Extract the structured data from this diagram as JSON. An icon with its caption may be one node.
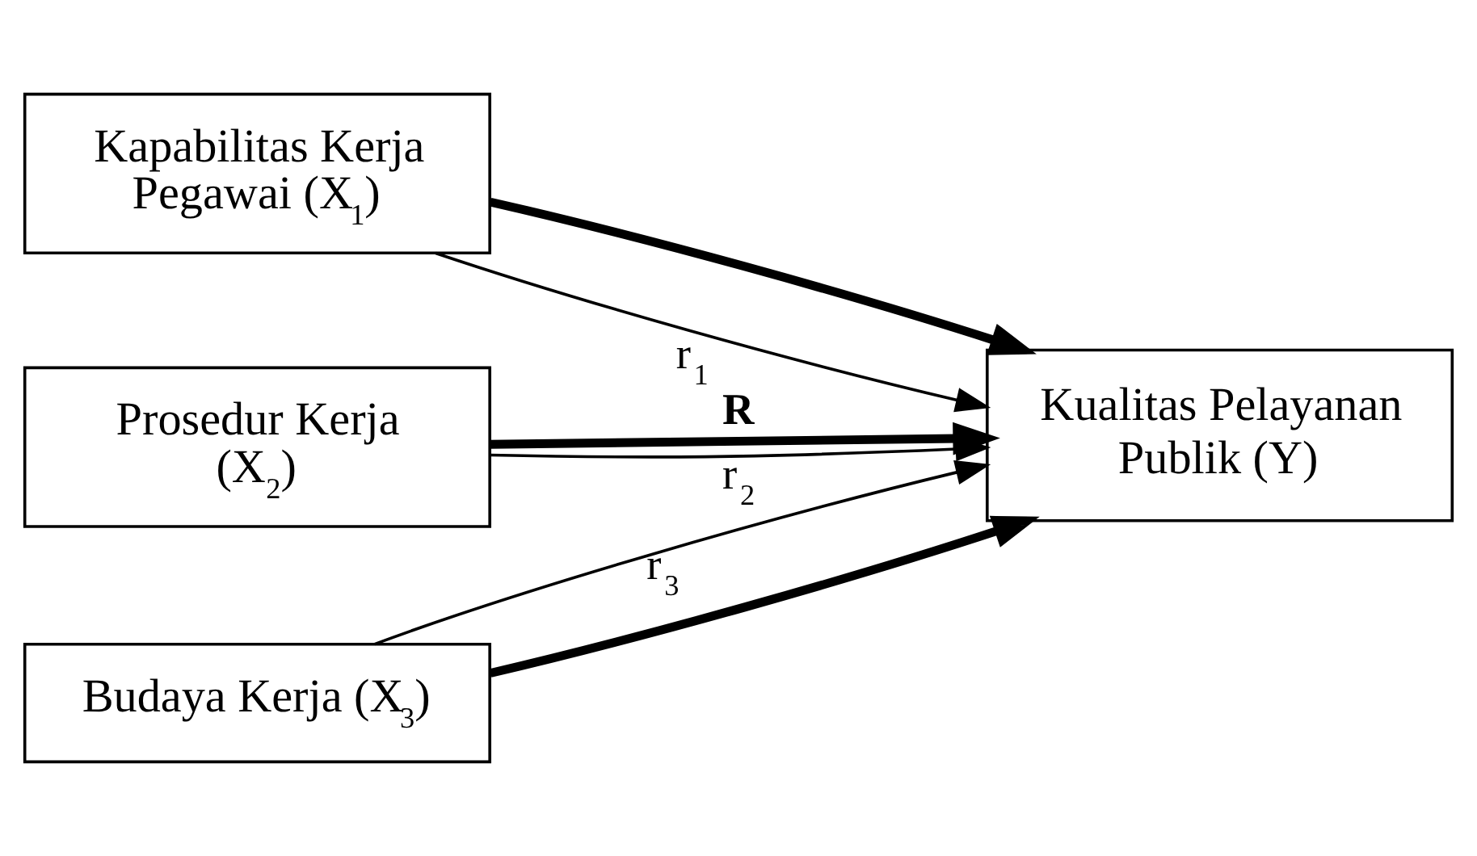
{
  "diagram": {
    "nodes": [
      {
        "text": [
          "Kapabilitas Kerja Pegawai (X$_{1}$)"
        ]
      },
      {
        "text": [
          "Prosedur Kerja (X$_{2}$)"
        ]
      },
      {
        "text": [
          "Budaya Kerja (X$_{3}$)"
        ]
      },
      {
        "text": [
          "Kualitas Pelayanan Publik (Y)"
        ]
      }
    ],
    "edges": [
      {
        "from": 0,
        "to": 3,
        "arrow": "to",
        "label": "r$_{1}$"
      },
      {
        "from": 0,
        "to": 3,
        "arrow": "to",
        "style": "thick"
      },
      {
        "from": 1,
        "to": 3,
        "arrow": "to",
        "style": "thick",
        "label": "R"
      },
      {
        "from": 2,
        "to": 3,
        "arrow": "to",
        "style": "thick"
      },
      {
        "from": 1,
        "to": 3,
        "arrow": "to",
        "label": "r$_{2}$"
      },
      {
        "from": 2,
        "to": 3,
        "arrow": "to",
        "label": "r$_{3}$"
      }
    ]
  }
}
